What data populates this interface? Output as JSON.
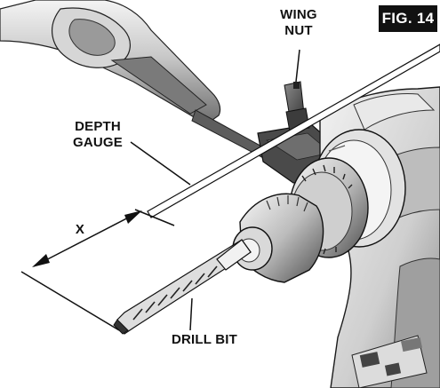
{
  "figure": {
    "label": "FIG. 14"
  },
  "callouts": {
    "wing_nut": [
      "WING",
      "NUT"
    ],
    "depth_gauge": [
      "DEPTH",
      "GAUGE"
    ],
    "dimension": "X",
    "drill_bit": "DRILL BIT"
  },
  "colors": {
    "line": "#111111",
    "badge_background": "#111111",
    "badge_text": "#ffffff",
    "tool_light": "#e6e6e6",
    "tool_mid": "#bdbdbd",
    "tool_dark": "#5a5a5a"
  }
}
